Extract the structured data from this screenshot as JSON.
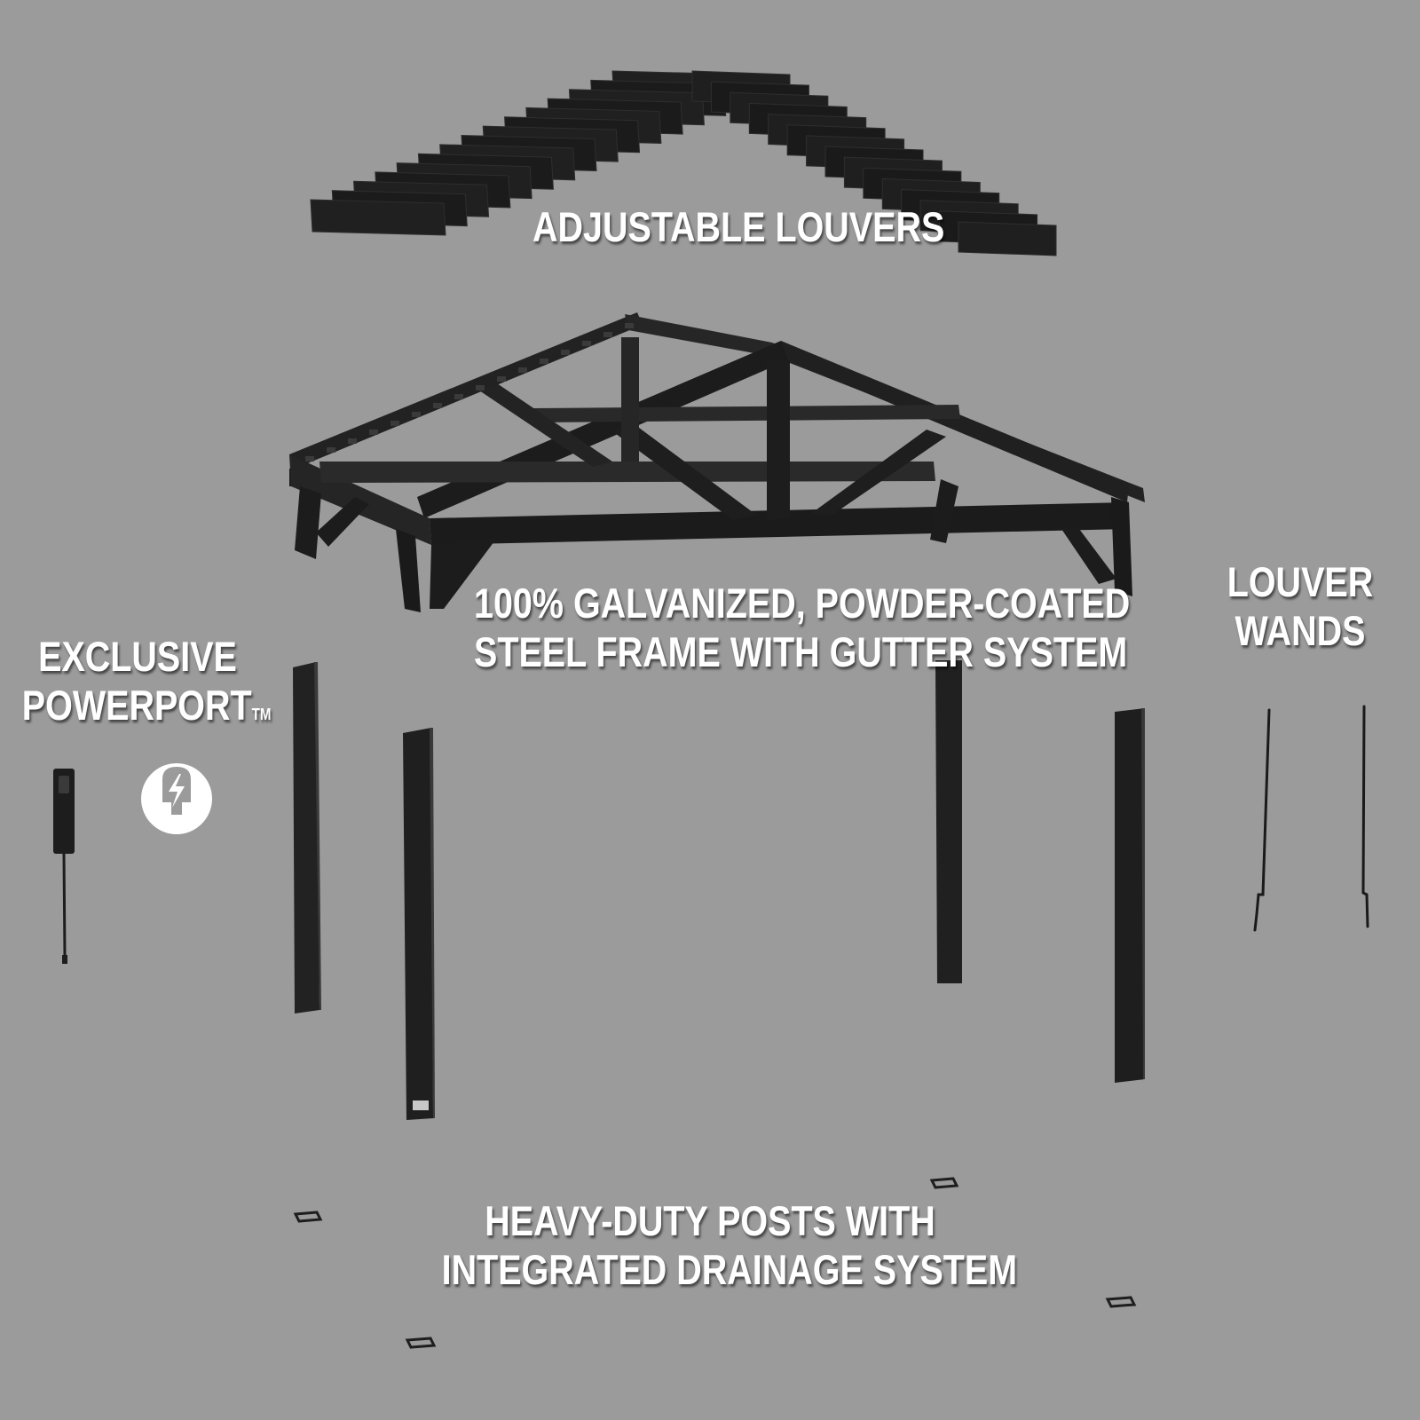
{
  "callouts": {
    "louvers": {
      "line1": "ADJUSTABLE LOUVERS"
    },
    "frame": {
      "line1": "100% GALVANIZED, POWDER-COATED",
      "line2": "STEEL FRAME WITH GUTTER SYSTEM"
    },
    "wands": {
      "line1": "LOUVER",
      "line2": "WANDS"
    },
    "powerport": {
      "line1": "EXCLUSIVE",
      "line2": "POWERPORT",
      "trademark": "TM"
    },
    "posts": {
      "line1": "HEAVY-DUTY POSTS WITH",
      "line2": "INTEGRATED DRAINAGE SYSTEM"
    }
  },
  "icons": {
    "powerport_badge": "power-plug-lightning-icon"
  },
  "colors": {
    "background": "#9b9b9b",
    "steel": "#1f1f1f",
    "steel_edge": "#333333",
    "text": "#ffffff"
  }
}
